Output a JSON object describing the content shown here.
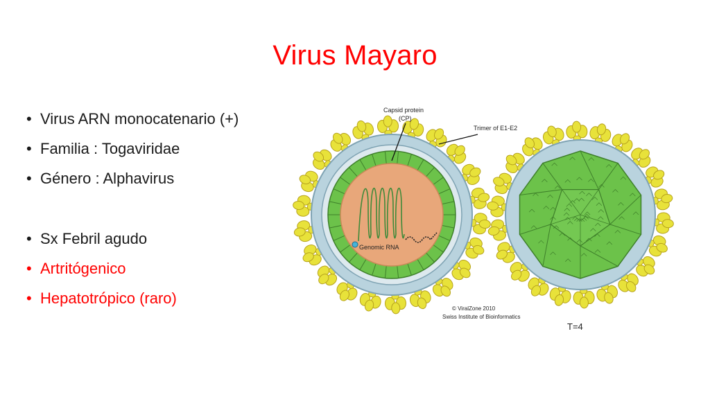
{
  "slide": {
    "title": "Virus Mayaro",
    "bullets": [
      {
        "text": "Virus ARN monocatenario (+)",
        "color": "#1a1a1a"
      },
      {
        "text": "Familia : Togaviridae",
        "color": "#1a1a1a"
      },
      {
        "text": "Género : Alphavirus",
        "color": "#1a1a1a"
      },
      {
        "text": "Sx Febril agudo",
        "color": "#1a1a1a"
      },
      {
        "text": "Artritógenico",
        "color": "#ff0000"
      },
      {
        "text": "Hepatotrópico (raro)",
        "color": "#ff0000"
      }
    ],
    "bullet_glyph": "•"
  },
  "figure": {
    "labels": {
      "capsid_line1": "Capsid protein",
      "capsid_line2": "(CP)",
      "trimer": "Trimer of E1-E2",
      "genomic_rna": "Genomic RNA",
      "copyright": "© ViralZone 2010",
      "institute": "Swiss Institute of Bioinformatics",
      "triangulation": "T=4"
    },
    "colors": {
      "spike_yellow": "#e8e23a",
      "spike_outline": "#b6a21c",
      "membrane_blue": "#b9d3de",
      "capsid_green": "#6cc24a",
      "core_salmon": "#e8a77a"
    }
  }
}
